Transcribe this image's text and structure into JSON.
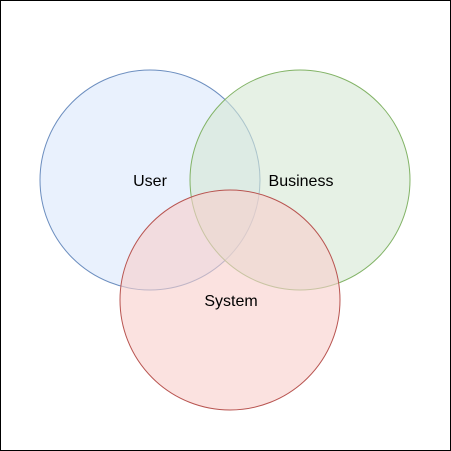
{
  "diagram": {
    "type": "venn",
    "sets": [
      {
        "label": "User",
        "fill": "#dae8fc",
        "stroke": "#6c8ebf"
      },
      {
        "label": "Business",
        "fill": "#d5e8d4",
        "stroke": "#82b366"
      },
      {
        "label": "System",
        "fill": "#f8cecc",
        "stroke": "#b85450"
      }
    ]
  }
}
